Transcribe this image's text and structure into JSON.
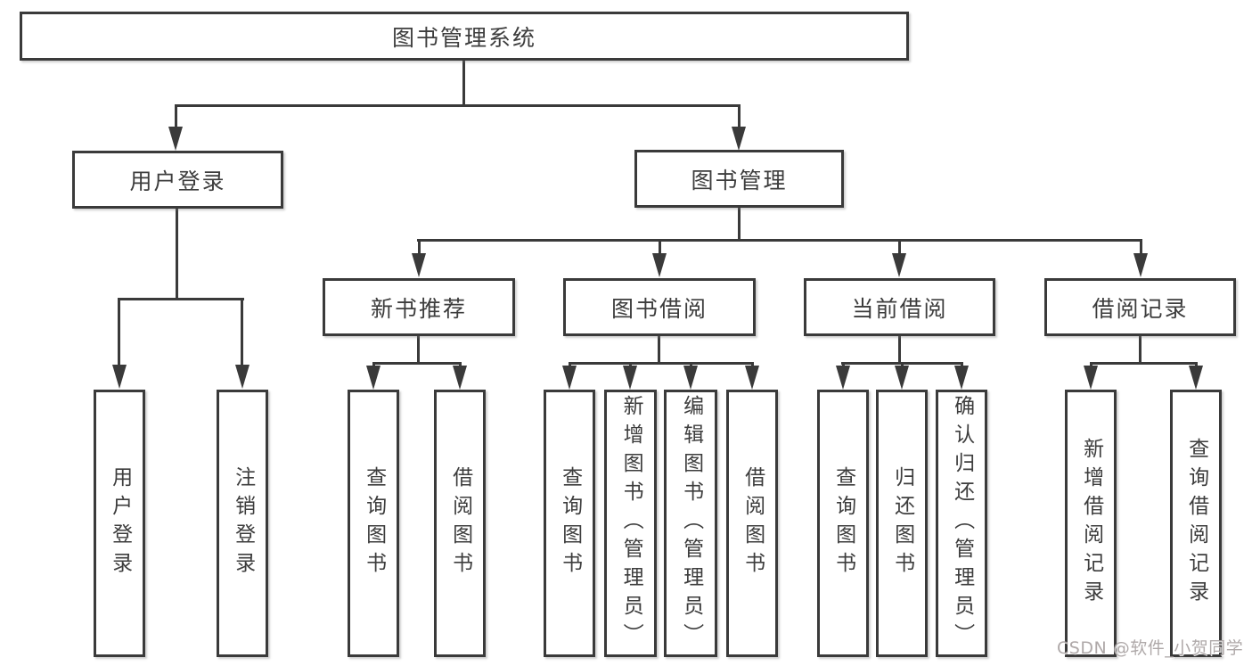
{
  "root": {
    "label": "图书管理系统"
  },
  "level2": [
    {
      "label": "用户登录"
    },
    {
      "label": "图书管理"
    }
  ],
  "level3": [
    {
      "label": "新书推荐"
    },
    {
      "label": "图书借阅"
    },
    {
      "label": "当前借阅"
    },
    {
      "label": "借阅记录"
    }
  ],
  "leaves": [
    {
      "label": "用户登录",
      "group": "用户登录"
    },
    {
      "label": "注销登录",
      "group": "用户登录"
    },
    {
      "label": "查询图书",
      "group": "新书推荐"
    },
    {
      "label": "借阅图书",
      "group": "新书推荐"
    },
    {
      "label": "查询图书",
      "group": "图书借阅"
    },
    {
      "label": "新增图书（管理员）",
      "group": "图书借阅"
    },
    {
      "label": "编辑图书（管理员）",
      "group": "图书借阅"
    },
    {
      "label": "借阅图书",
      "group": "图书借阅"
    },
    {
      "label": "查询图书",
      "group": "当前借阅"
    },
    {
      "label": "归还图书",
      "group": "当前借阅"
    },
    {
      "label": "确认归还（管理员）",
      "group": "当前借阅"
    },
    {
      "label": "新增借阅记录",
      "group": "借阅记录"
    },
    {
      "label": "查询借阅记录",
      "group": "借阅记录"
    }
  ],
  "watermark": {
    "label": "CSDN @软件_小贺同学"
  },
  "colors": {
    "line": "#3a3a3a",
    "text": "#3d3d3d",
    "watermark": "#a6a0a0",
    "background": "#ffffff"
  }
}
